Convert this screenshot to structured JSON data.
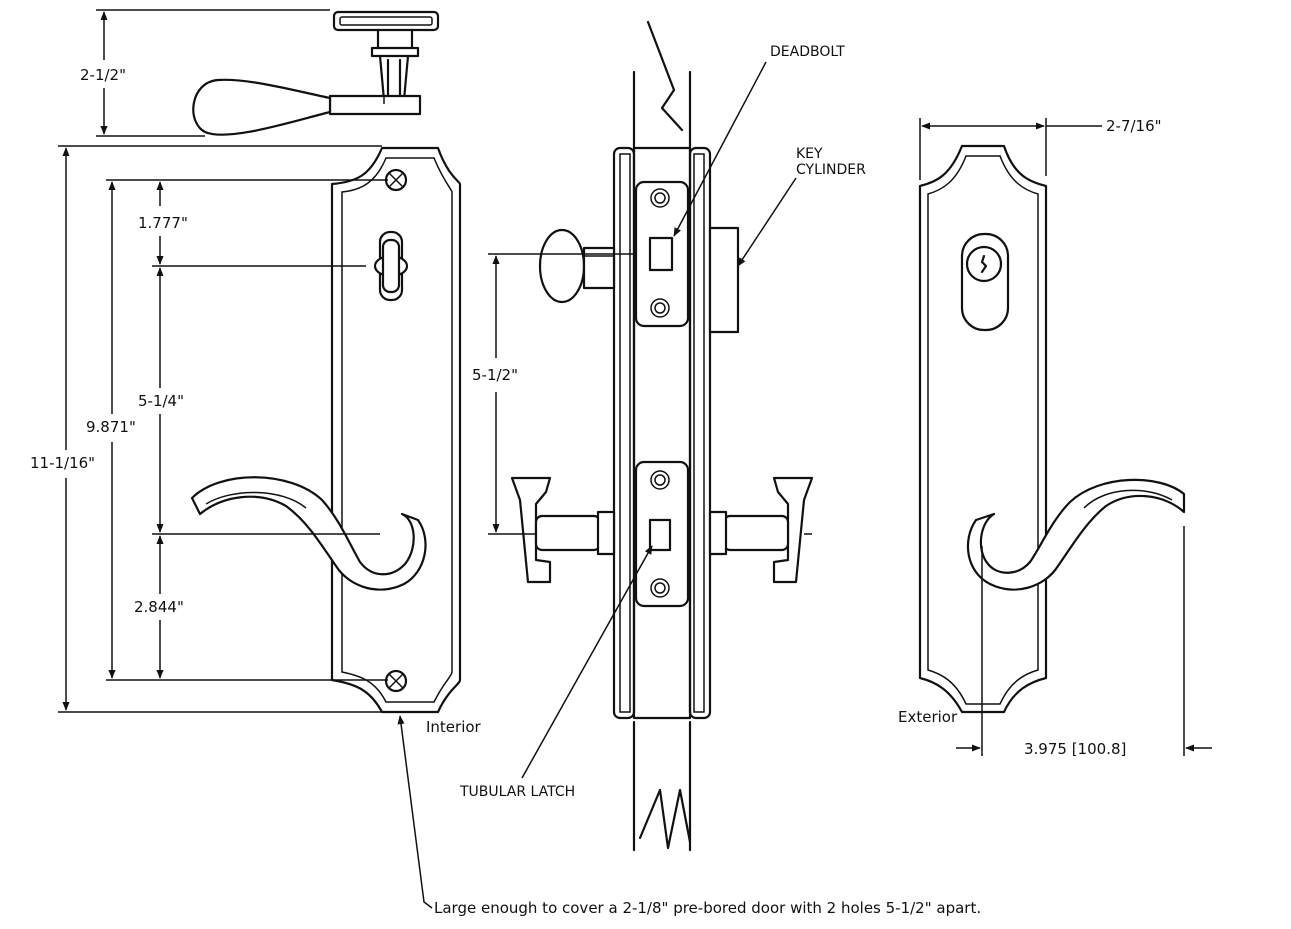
{
  "dimensions": {
    "lever_projection": "2-1/2\"",
    "overall_height": "11-1/16\"",
    "screw_spacing": "9.871\"",
    "top_screw_to_turn": "1.777\"",
    "turn_to_lever": "5-1/4\"",
    "lever_to_bottom_screw": "2.844\"",
    "hole_spacing": "5-1/2\"",
    "plate_width": "2-7/16\"",
    "lever_length": "3.975 [100.8]"
  },
  "labels": {
    "deadbolt": "DEADBOLT",
    "key_cylinder_line1": "KEY",
    "key_cylinder_line2": "CYLINDER",
    "tubular_latch": "TUBULAR LATCH",
    "interior": "Interior",
    "exterior": "Exterior",
    "note": "Large enough to cover a 2-1/8\" pre-bored door with 2 holes 5-1/2\" apart."
  }
}
